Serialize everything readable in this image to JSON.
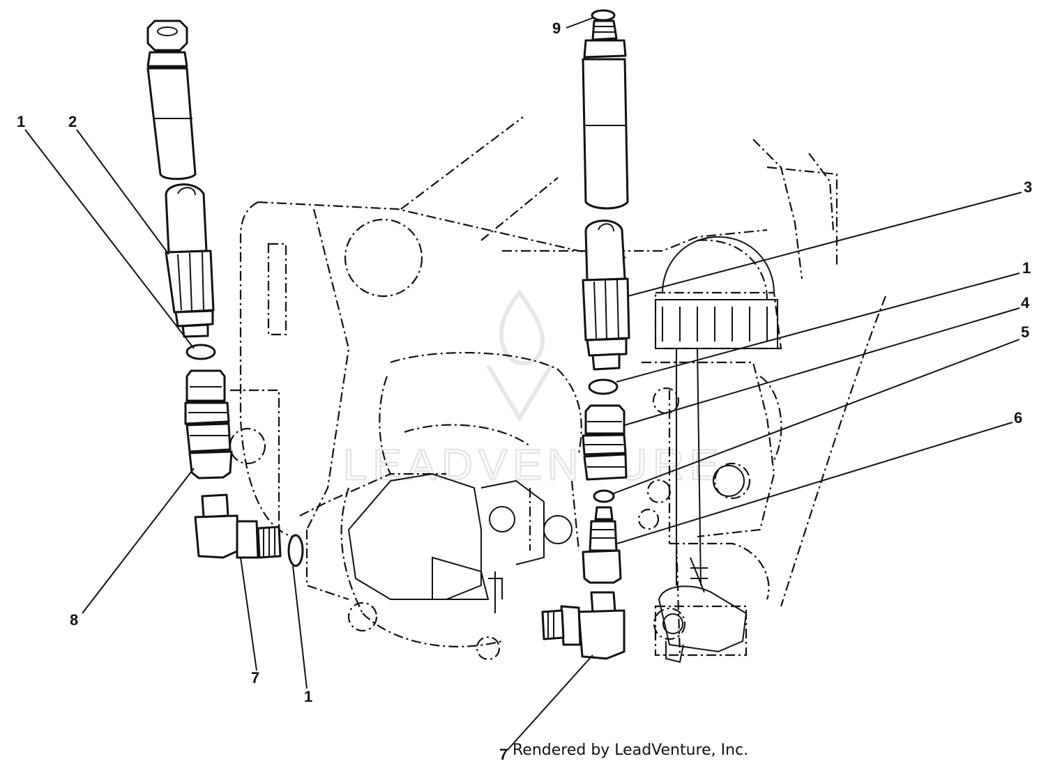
{
  "diagram": {
    "callouts": {
      "c1_left": "1",
      "c2": "2",
      "c3": "3",
      "c1_right": "1",
      "c4": "4",
      "c5": "5",
      "c6": "6",
      "c8": "8",
      "c7_left": "7",
      "c1_bottom": "1",
      "c9": "9",
      "c7_bottom": "7"
    },
    "watermark": "LEADVENTURE",
    "credit": "Rendered by LeadVenture, Inc."
  }
}
